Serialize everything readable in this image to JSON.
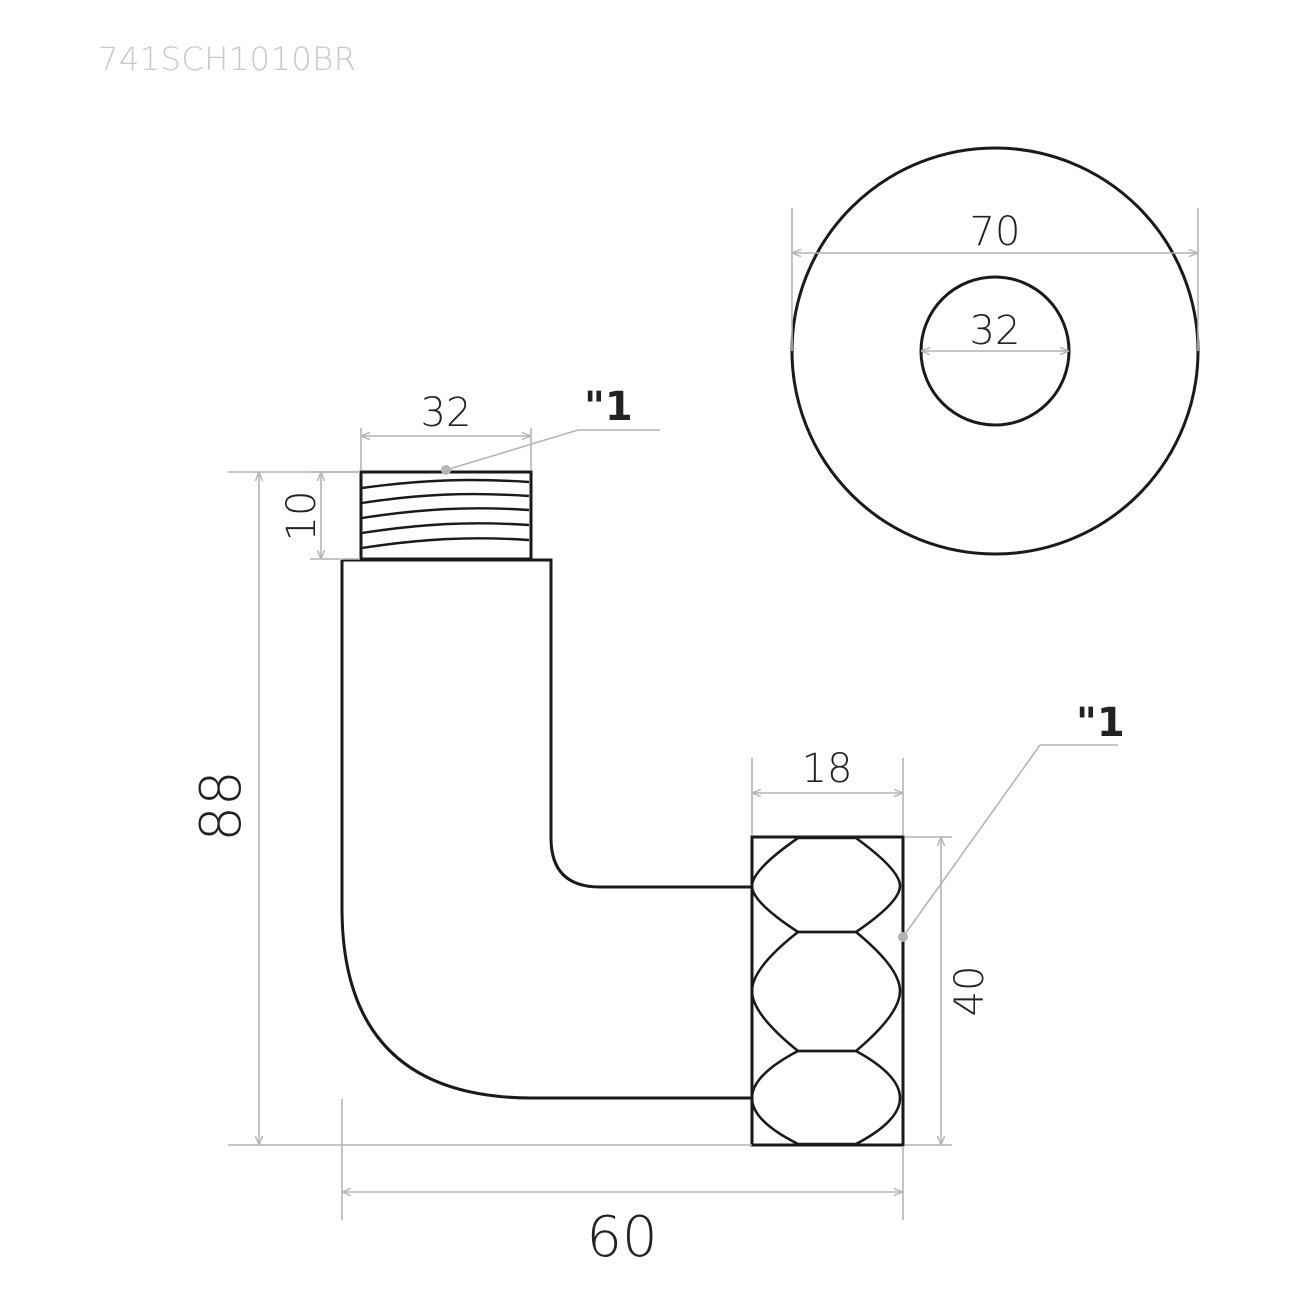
{
  "product_code": "741SCH1010BR",
  "dimensions": {
    "thread_width": "32",
    "thread_height": "10",
    "total_height": "88",
    "total_width": "60",
    "nut_width": "18",
    "nut_height": "40",
    "flange_outer_diameter": "70",
    "flange_inner_diameter": "32"
  },
  "thread_labels": {
    "top": "\"1",
    "side": "\"1"
  },
  "colors": {
    "outline": "#1a1a1a",
    "dimension_lines": "#b4b4b4",
    "code_text": "#c8c8c8"
  }
}
